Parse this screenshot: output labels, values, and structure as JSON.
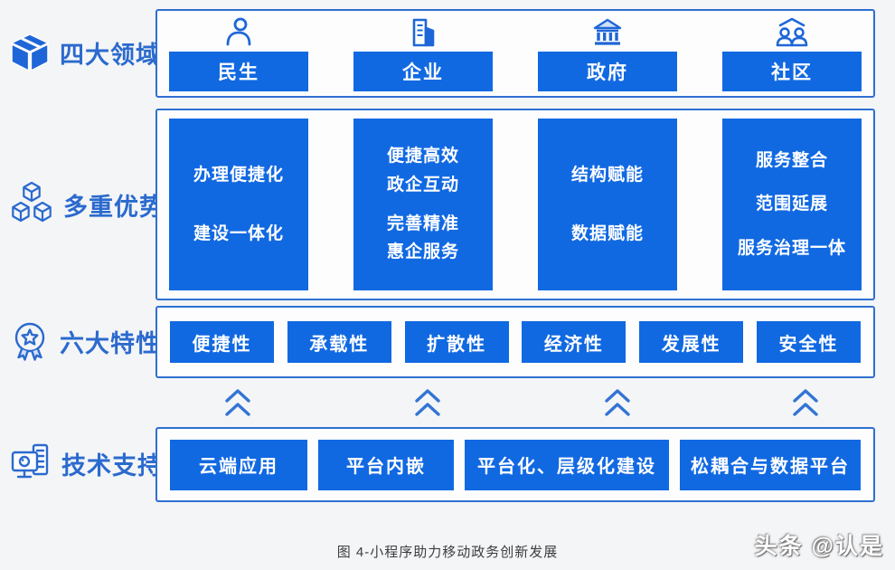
{
  "domains": {
    "label": "四大领域",
    "section_icon": "cube-icon",
    "items": [
      {
        "name": "民生",
        "icon": "person-icon"
      },
      {
        "name": "企业",
        "icon": "building-icon"
      },
      {
        "name": "政府",
        "icon": "government-icon"
      },
      {
        "name": "社区",
        "icon": "community-icon"
      }
    ]
  },
  "advantages": {
    "label": "多重优势",
    "section_icon": "cubes-icon",
    "cards": [
      {
        "groups": [
          "办理便捷化",
          "建设一体化"
        ]
      },
      {
        "groups": [
          "便捷高效\n政企互动",
          "完善精准\n惠企服务"
        ]
      },
      {
        "groups": [
          "结构赋能",
          "数据赋能"
        ]
      },
      {
        "groups": [
          "服务整合",
          "范围延展",
          "服务治理一体"
        ]
      }
    ]
  },
  "features": {
    "label": "六大特性",
    "section_icon": "medal-icon",
    "items": [
      "便捷性",
      "承载性",
      "扩散性",
      "经济性",
      "发展性",
      "安全性"
    ]
  },
  "support": {
    "label": "技术支持",
    "section_icon": "tech-support-icon",
    "items": [
      "云端应用",
      "平台内嵌",
      "平台化、层级化建设",
      "松耦合与数据平台"
    ]
  },
  "caption": "图 4-小程序助力移动政务创新发展",
  "watermark": "头条 @认是",
  "colors": {
    "button_blue": "#1169e2",
    "border_blue": "#2f6fd2",
    "label_blue": "#2b6ace",
    "background": "#f4f5f7"
  }
}
